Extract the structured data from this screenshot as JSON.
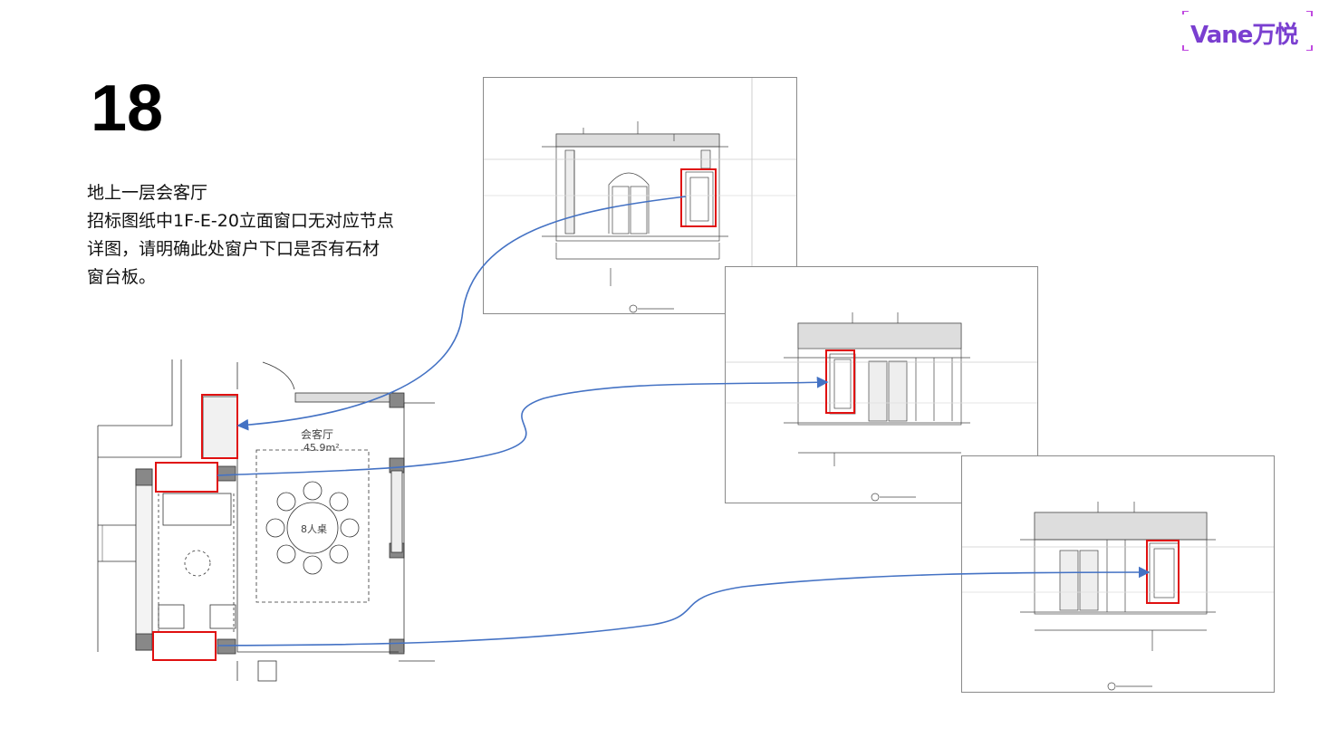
{
  "logo": {
    "text": "Vane万悦",
    "color": "#7a3fd0"
  },
  "slide": {
    "number": "18",
    "description_lines": [
      "地上一层会客厅",
      "招标图纸中1F-E-20立面窗口无对应节点",
      "详图，请明确此处窗户下口是否有石材",
      "窗台板。"
    ]
  },
  "plan": {
    "room_name": "会客厅",
    "room_area": "45.9m²",
    "table_label": "8人桌"
  },
  "colors": {
    "highlight": "#e01010",
    "arrow": "#4472c4",
    "line": "#333333"
  }
}
